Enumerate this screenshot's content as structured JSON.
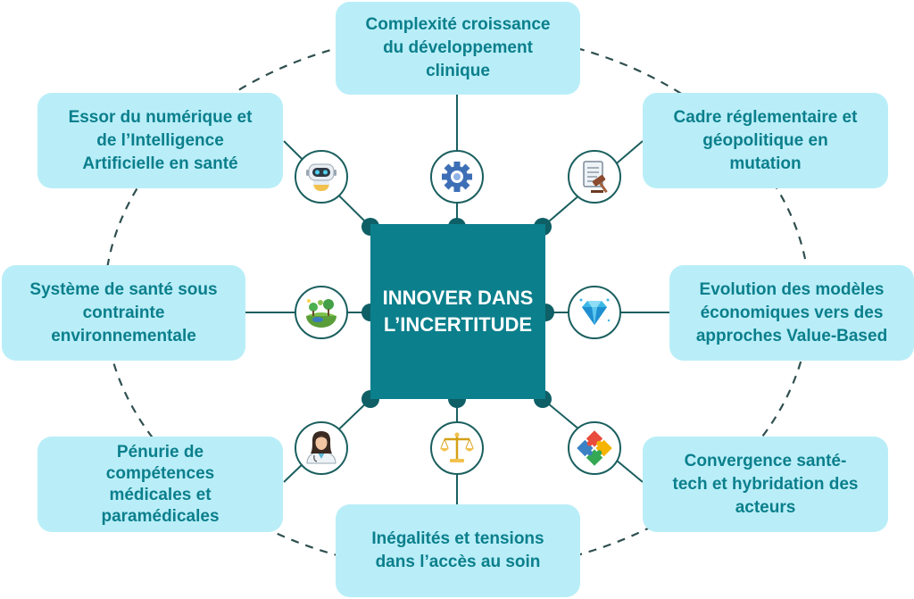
{
  "center": {
    "lines": [
      "INNOVER",
      "DANS",
      "L’INCERTITUDE"
    ]
  },
  "boxes": [
    {
      "lines": [
        "Complexité croissance",
        "du développement",
        "clinique"
      ]
    },
    {
      "lines": [
        "Cadre réglementaire et",
        "géopolitique en",
        "mutation"
      ]
    },
    {
      "lines": [
        "Evolution des modèles",
        "économiques vers des",
        "approches Value-Based"
      ]
    },
    {
      "lines": [
        "Convergence santé-",
        "tech et hybridation des",
        "acteurs"
      ]
    },
    {
      "lines": [
        "Inégalités et tensions",
        "dans l’accès au soin"
      ]
    },
    {
      "lines": [
        "Pénurie de",
        "compétences",
        "médicales et",
        "paramédicales"
      ]
    },
    {
      "lines": [
        "Système de santé sous",
        "contrainte",
        "environnementale"
      ]
    },
    {
      "lines": [
        "Essor du numérique et",
        "de l’Intelligence",
        "Artificielle en santé"
      ]
    }
  ],
  "icons": [
    "gear-icon",
    "contract-gavel-icon",
    "diamond-icon",
    "puzzle-icon",
    "scales-icon",
    "doctor-icon",
    "earth-nature-icon",
    "robot-icon"
  ],
  "colors": {
    "teal": "#0b7f8c",
    "box": "#b9eef8",
    "connector": "#1b5f5f",
    "dashed": "#2f4f4f"
  }
}
